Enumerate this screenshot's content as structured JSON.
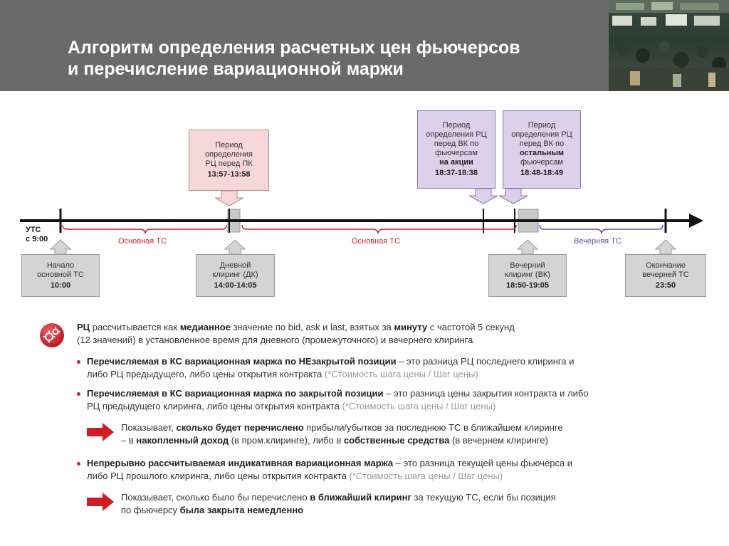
{
  "header": {
    "title_line1": "Алгоритм определения расчетных цен фьючерсов",
    "title_line2": "и перечисление вариационной маржи"
  },
  "timeline": {
    "start_label_line1": "УТС",
    "start_label_line2": "с 9:00",
    "main_session_label": "Основная ТС",
    "evening_session_label": "Вечерняя ТС"
  },
  "top_boxes": {
    "pk": {
      "text": "Период определения РЦ перед ПК",
      "time": "13:57-13:58"
    },
    "vk_shares": {
      "text1": "Период определения РЦ перед ВК по фьючерсам",
      "text2": "на акции",
      "time": "18:37-18:38"
    },
    "vk_other": {
      "text1": "Период определения РЦ перед ВК по",
      "text2": "остальным",
      "text3": "фьючерсам",
      "time": "18:48-18:49"
    }
  },
  "bottom_boxes": {
    "start_main": {
      "text": "Начало основной ТС",
      "time": "10:00"
    },
    "day_clearing": {
      "text": "Дневной клиринг (ДК)",
      "time": "14:00-14:05"
    },
    "evening_clearing": {
      "text": "Вечерний клиринг (ВК)",
      "time": "18:50-19:05"
    },
    "end_evening": {
      "text": "Окончание вечерней ТС",
      "time": "23:50"
    }
  },
  "intro": {
    "rc": "РЦ",
    "t1": " рассчитывается как ",
    "median": "медианное",
    "t2": " значение по bid, ask и last, взятых за ",
    "minute": "минуту",
    "t3": " с частотой 5 секунд",
    "line2": "(12 значений) в установленное время для дневного (промежуточного) и вечернего клиринга"
  },
  "bullets": {
    "b1": {
      "bold": "Перечисляемая в КС вариационная маржа по НЕзакрытой позиции",
      "rest": " – это разница РЦ последнего клиринга и",
      "line2": "либо РЦ предыдущего, либо цены открытия контракта ",
      "muted": "(*Стоимость шага цены / Шаг цены)"
    },
    "b2": {
      "bold": "Перечисляемая в КС вариационная маржа по закрытой позиции",
      "rest": " – это разница цены закрытия контракта и либо",
      "line2": "РЦ предыдущего клиринга, либо цены открытия контракта ",
      "muted": "(*Стоимость шага цены / Шаг цены)"
    },
    "b3": {
      "bold": "Непрерывно рассчитываемая индикативная вариационная маржа",
      "rest": " – это разница текущей цены фьючерса и",
      "line2": "либо РЦ прошлого клиринга, либо цены открытия контракта ",
      "muted": "(*Стоимость шага цены / Шаг цены)"
    }
  },
  "notes": {
    "n1": {
      "t1": "Показывает, ",
      "b1": "сколько будет перечислено",
      "t2": " прибыли/убытков за последнюю ТС в ближайшем клиринге",
      "t3": "– в ",
      "b2": "накопленный доход",
      "t4": " (в пром.клиринге), либо в ",
      "b3": "собственные средства",
      "t5": " (в вечернем клиринге)"
    },
    "n2": {
      "t1": "Показывает, сколько было бы перечислено ",
      "b1": "в ближайший клиринг",
      "t2": " за текущую ТС, если бы позиция",
      "t3": "по фьючерсу ",
      "b2": "была закрыта немедленно"
    }
  },
  "colors": {
    "header": "#6a6a6a",
    "main_session": "#c0262e",
    "evening_session": "#6b4ea0",
    "accent_red": "#d01e26"
  }
}
